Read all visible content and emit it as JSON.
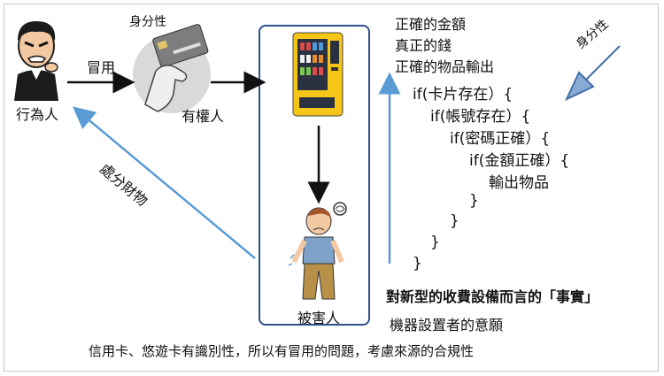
{
  "labels": {
    "perpetrator": "行為人",
    "impersonate": "冒用",
    "identity": "身分性",
    "right_holder": "有權人",
    "disposal": "處分財物",
    "victim": "被害人",
    "identity_tag": "身分性"
  },
  "outputs": [
    "正確的金額",
    "真正的錢",
    "正確的物品輸出"
  ],
  "code_lines": [
    "if(卡片存在）{",
    "if(帳號存在）{",
    "if(密碼正確）{",
    "if(金額正確）{",
    "輸出物品",
    "}",
    "}",
    "}",
    "}"
  ],
  "bottom": {
    "fact": "對新型的收費設備而言的「事實」",
    "intent": "機器設置者的意願",
    "caption": "信用卡、悠遊卡有識別性，所以有冒用的問題，考慮來源的合規性"
  },
  "colors": {
    "box_border": "#2f4f8f",
    "arrow_blue": "#5b9bd5",
    "vending_yellow": "#f5c518"
  }
}
